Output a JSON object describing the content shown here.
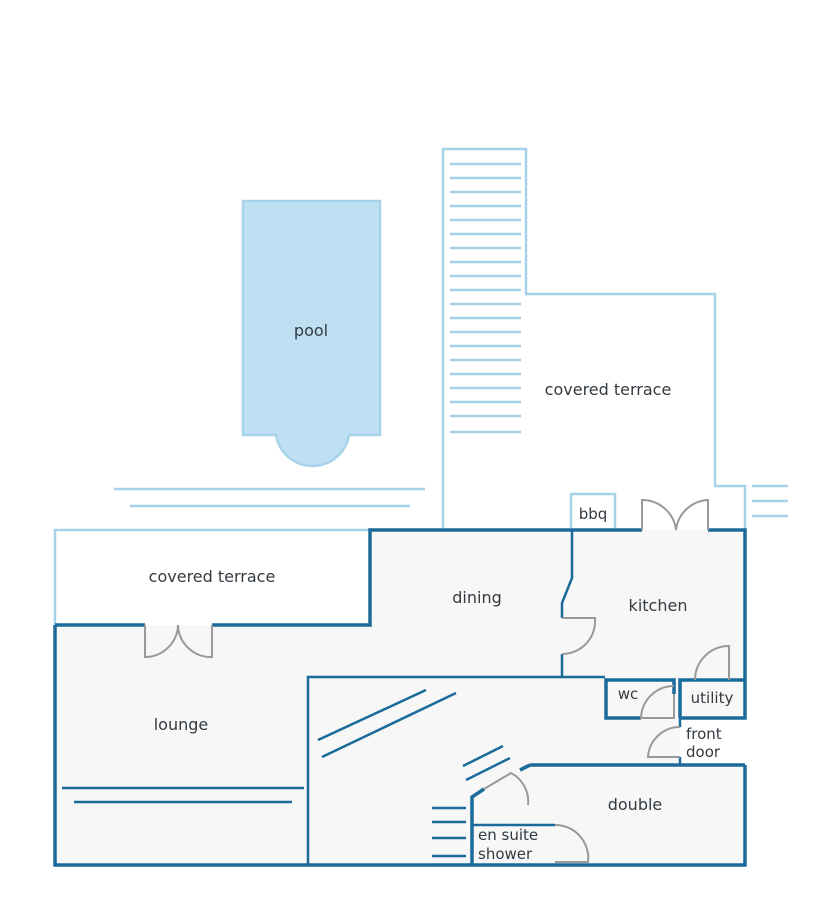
{
  "colors": {
    "outline_light": "#a7d3ea",
    "wall_dark": "#1a6b9a",
    "room_fill": "#f7f7f7",
    "pool_fill": "#bfe0f3",
    "door_grey": "#999999",
    "label": "#333a40"
  },
  "labels": {
    "pool": "pool",
    "covered_terrace_top": "covered terrace",
    "covered_terrace_left": "covered terrace",
    "bbq": "bbq",
    "dining": "dining",
    "kitchen": "kitchen",
    "lounge": "lounge",
    "wc": "wc",
    "utility": "utility",
    "front_door_line1": "front",
    "front_door_line2": "door",
    "double": "double",
    "en_suite_line1": "en suite",
    "en_suite_line2": "shower"
  }
}
